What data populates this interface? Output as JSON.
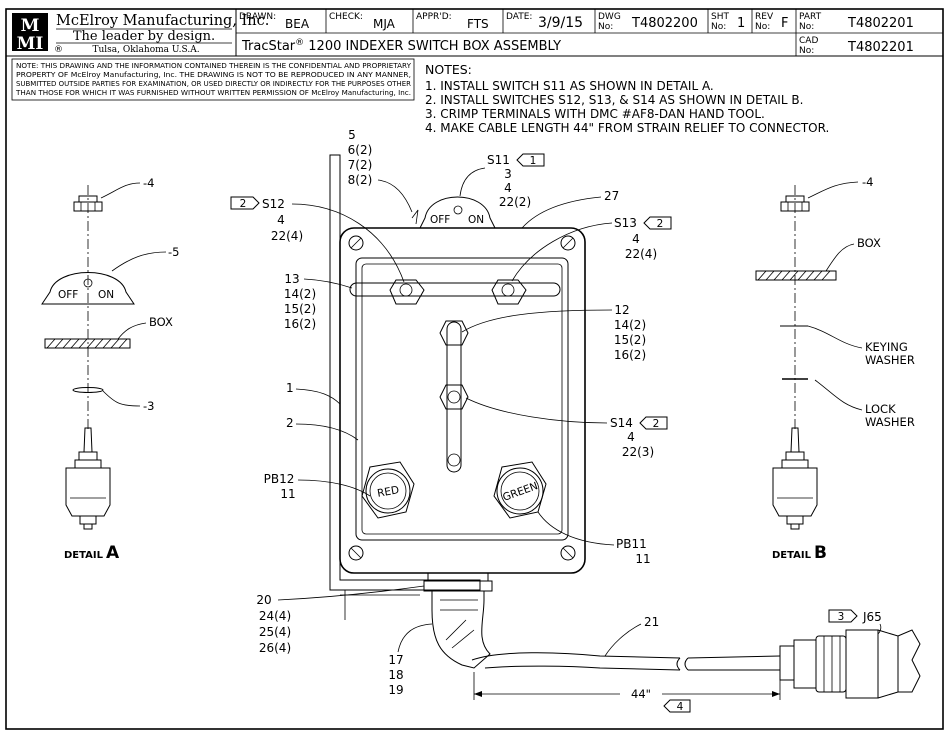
{
  "title_block": {
    "company": "McElroy Manufacturing, Inc.",
    "tagline": "The leader by design.",
    "location": "Tulsa, Oklahoma U.S.A.",
    "logo_letters": "MMI",
    "registered": "®",
    "drawn_label": "DRAWN:",
    "drawn_value": "BEA",
    "check_label": "CHECK:",
    "check_value": "MJA",
    "apprvd_label": "APPR'D:",
    "apprvd_value": "FTS",
    "date_label": "DATE:",
    "date_value": "3/9/15",
    "dwg_label_1": "DWG",
    "dwg_label_2": "No:",
    "dwg_value": "T4802200",
    "sht_label_1": "SHT",
    "sht_label_2": "No:",
    "sht_value": "1",
    "rev_label_1": "REV",
    "rev_label_2": "No:",
    "rev_value": "F",
    "part_label_1": "PART",
    "part_label_2": "No:",
    "part_value": "T4802201",
    "cad_label_1": "CAD",
    "cad_label_2": "No:",
    "cad_value": "T4802201",
    "drawing_title": "TracStar",
    "drawing_title_rest": " 1200  INDEXER  SWITCH  BOX  ASSEMBLY"
  },
  "confidential_note": [
    "NOTE: THIS DRAWING AND THE INFORMATION CONTAINED THEREIN IS THE CONFIDENTIAL AND PROPRIETARY",
    "PROPERTY OF McElroy Manufacturing, Inc. THE DRAWING IS NOT TO BE REPRODUCED IN ANY MANNER,",
    "SUBMITTED OUTSIDE PARTIES FOR EXAMINATION, OR USED DIRECTLY OR INDIRECTLY FOR THE PURPOSES OTHER",
    "THAN THOSE FOR WHICH IT WAS FURNISHED WITHOUT WRITTEN PERMISSION OF McElroy Manufacturing, Inc."
  ],
  "notes": {
    "heading": "NOTES:",
    "items": [
      "1.  INSTALL  SWITCH  S11  AS  SHOWN  IN  DETAIL  A.",
      "2.  INSTALL  SWITCHES  S12,  S13,  &  S14  AS  SHOWN  IN  DETAIL  B.",
      "3.  CRIMP  TERMINALS  WITH  DMC  #AF8-DAN  HAND  TOOL.",
      "4.  MAKE  CABLE  LENGTH  44\"  FROM  STRAIN  RELIEF  TO  CONNECTOR."
    ]
  },
  "detail_a": {
    "label_word": "DETAIL",
    "label_letter": "A",
    "callout_4": "-4",
    "callout_5": "-5",
    "callout_box": "BOX",
    "callout_3": "-3",
    "plate_off": "OFF",
    "plate_on": "ON"
  },
  "detail_b": {
    "label_word": "DETAIL",
    "label_letter": "B",
    "callout_4": "-4",
    "callout_box": "BOX",
    "keying_1": "KEYING",
    "keying_2": "WASHER",
    "lock_1": "LOCK",
    "lock_2": "WASHER"
  },
  "main": {
    "s11_stack": [
      "5",
      "6(2)",
      "7(2)",
      "8(2)"
    ],
    "s11_label": "S11",
    "s11_flag": "1",
    "s11_sub": [
      "3",
      "4",
      "22(2)"
    ],
    "plate_off": "OFF",
    "plate_on": "ON",
    "c27": "27",
    "s12_flag": "2",
    "s12_label": "S12",
    "s12_sub": [
      "4",
      "22(4)"
    ],
    "s13_label": "S13",
    "s13_flag": "2",
    "s13_sub": [
      "4",
      "22(4)"
    ],
    "left_stack": [
      "13",
      "14(2)",
      "15(2)",
      "16(2)"
    ],
    "right_stack": [
      "12",
      "14(2)",
      "15(2)",
      "16(2)"
    ],
    "c1": "1",
    "c2": "2",
    "s14_label": "S14",
    "s14_flag": "2",
    "s14_sub": [
      "4",
      "22(3)"
    ],
    "pb12_label": "PB12",
    "pb12_sub": "11",
    "red_text": "RED",
    "green_text": "GREEN",
    "pb11_label": "PB11",
    "pb11_sub": "11",
    "bottom_left_stack": [
      "20",
      "24(4)",
      "25(4)",
      "26(4)"
    ],
    "bottom_mid_stack": [
      "17",
      "18",
      "19"
    ],
    "c21": "21",
    "j65_flag": "3",
    "j65_label": "J65",
    "dim_44": "44\"",
    "dim_flag": "4"
  }
}
